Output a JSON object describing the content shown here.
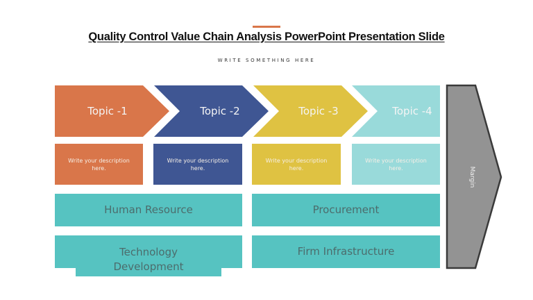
{
  "slide": {
    "title": "Quality Control Value Chain Analysis PowerPoint Presentation Slide",
    "subtitle": "WRITE SOMETHING HERE",
    "accent_color": "#d9764a"
  },
  "topics": [
    {
      "label": "Topic -1",
      "description": "Write your description here.",
      "color": "#d9764a"
    },
    {
      "label": "Topic -2",
      "description": "Write your description here.",
      "color": "#3f5693"
    },
    {
      "label": "Topic -3",
      "description": "Write your description here.",
      "color": "#dfc242"
    },
    {
      "label": "Topic -4",
      "description": "Write your description here.",
      "color": "#99dada"
    }
  ],
  "support_activities": [
    {
      "label": "Human Resource"
    },
    {
      "label": "Procurement"
    },
    {
      "label": "Technology Development"
    },
    {
      "label": "Firm Infrastructure"
    }
  ],
  "support_color": "#56c3c1",
  "margin": {
    "label": "Margin",
    "fill": "#939393",
    "stroke": "#3a3a3a"
  }
}
